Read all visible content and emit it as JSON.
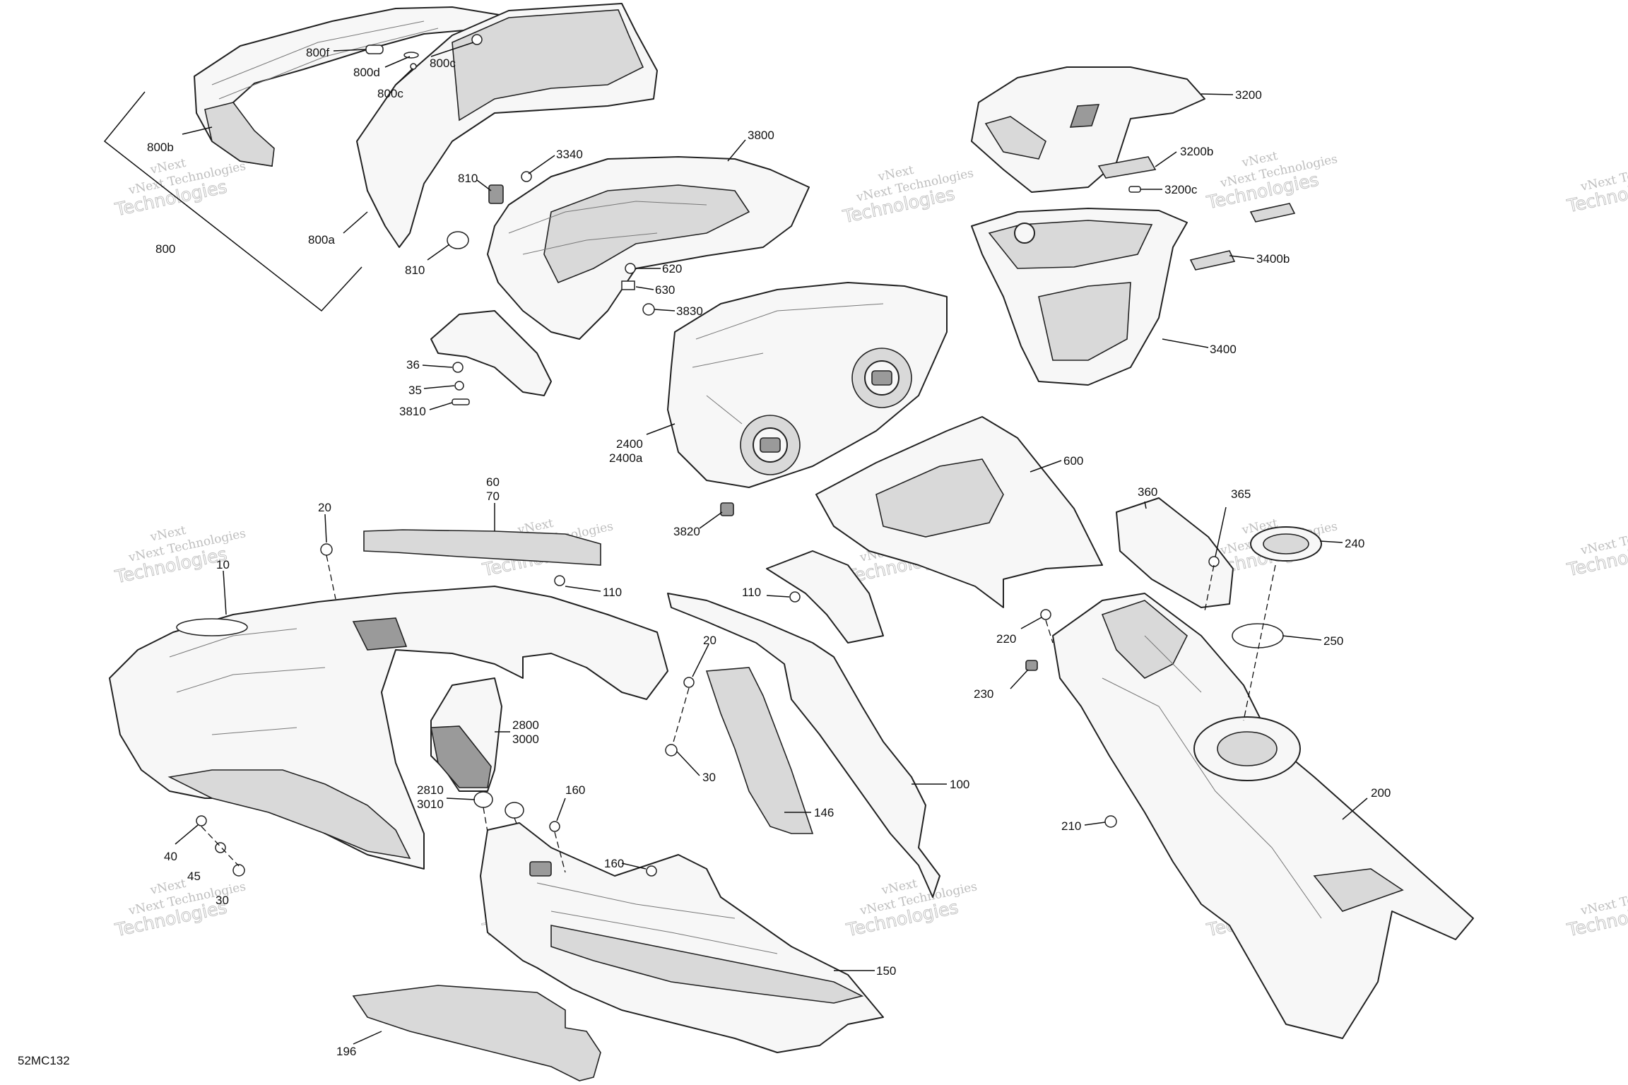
{
  "diagram_code": "52MC132",
  "watermark": {
    "top": "vNext",
    "mid": "vNext Technologies",
    "big": "Technologies"
  },
  "callouts": {
    "c800f": "800f",
    "c800d": "800d",
    "c800c_a": "800c",
    "c800c_b": "800c",
    "c800b": "800b",
    "c800": "800",
    "c800a": "800a",
    "c3340": "3340",
    "c810_a": "810",
    "c810_b": "810",
    "c3800": "3800",
    "c620": "620",
    "c630": "630",
    "c3830": "3830",
    "c36": "36",
    "c35": "35",
    "c3810": "3810",
    "c2400": "2400",
    "c2400a": "2400a",
    "c3820": "3820",
    "c3200": "3200",
    "c3200b": "3200b",
    "c3200c": "3200c",
    "c3400b": "3400b",
    "c3400": "3400",
    "c600": "600",
    "c360": "360",
    "c365": "365",
    "c240": "240",
    "c250": "250",
    "c220": "220",
    "c230": "230",
    "c210": "210",
    "c200": "200",
    "c60": "60",
    "c70": "70",
    "c20_a": "20",
    "c20_b": "20",
    "c10": "10",
    "c110_a": "110",
    "c110_b": "110",
    "c2800": "2800",
    "c3000": "3000",
    "c2810": "2810",
    "c3010": "3010",
    "c160_a": "160",
    "c160_b": "160",
    "c30_a": "30",
    "c30_b": "30",
    "c40": "40",
    "c45": "45",
    "c146": "146",
    "c100": "100",
    "c150": "150",
    "c196": "196"
  }
}
